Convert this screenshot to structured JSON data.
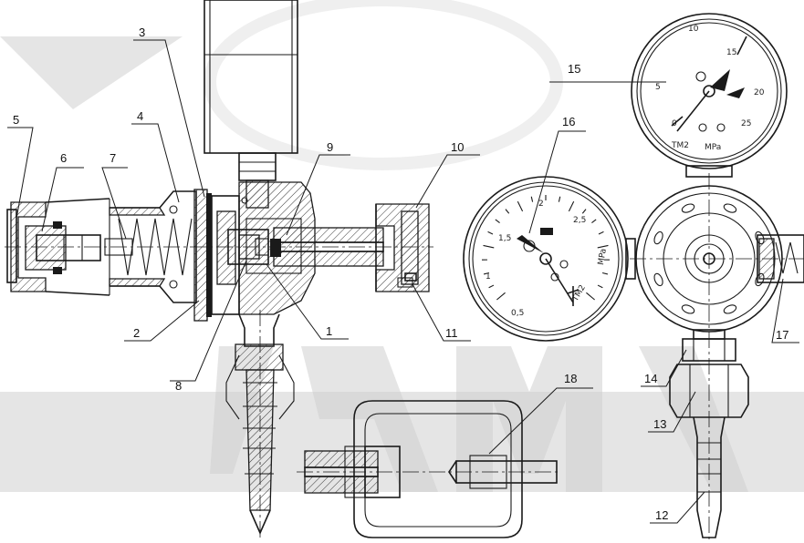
{
  "watermark": {
    "text": "VARMA",
    "color": "#d8d8d8"
  },
  "callouts": [
    "1",
    "2",
    "3",
    "4",
    "5",
    "6",
    "7",
    "8",
    "9",
    "10",
    "11",
    "12",
    "13",
    "14",
    "15",
    "16",
    "17",
    "18"
  ],
  "gauge_high": {
    "ticks": [
      "5",
      "10",
      "15",
      "20",
      "25",
      "0"
    ],
    "unit": "MPa",
    "model": "ТМ2"
  },
  "gauge_low": {
    "ticks": [
      "0,5",
      "1",
      "1,5",
      "2",
      "2,5"
    ],
    "unit": "MPa",
    "model": "ТМ2"
  }
}
